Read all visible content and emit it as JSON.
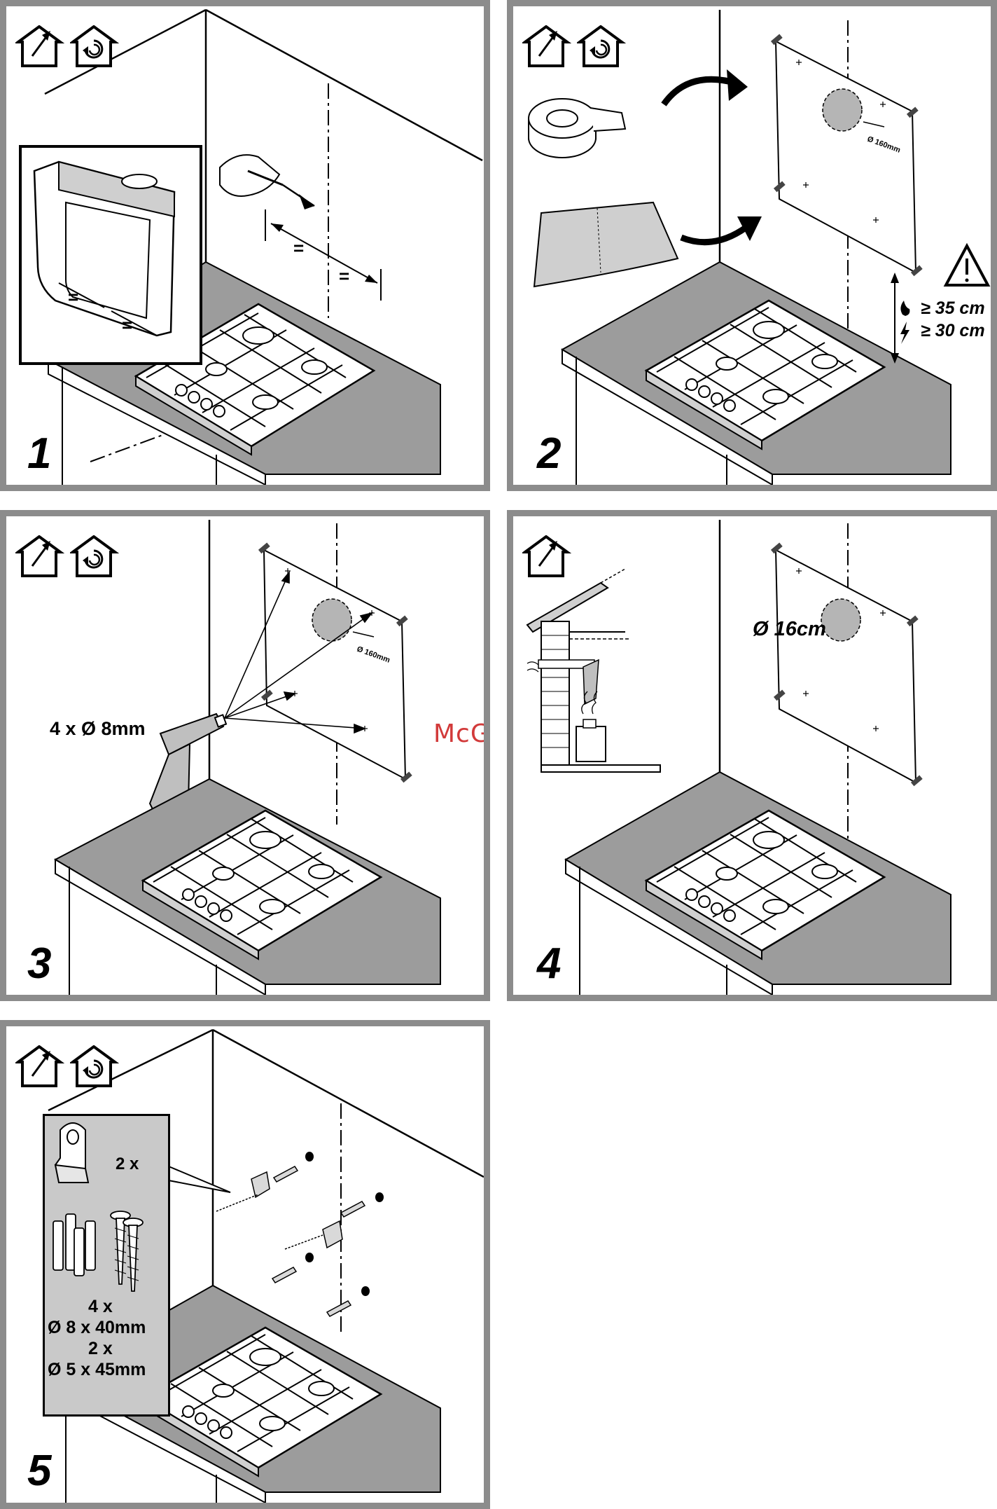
{
  "panels": [
    {
      "step": "1",
      "icons": [
        "ducted-exhaust-icon",
        "recirculation-icon"
      ],
      "labels": {
        "eq1": "=",
        "eq2": "=",
        "eq3": "=",
        "eq4": "="
      }
    },
    {
      "step": "2",
      "icons": [
        "ducted-exhaust-icon",
        "recirculation-icon"
      ],
      "labels": {
        "diameter": "Ø 160mm",
        "gas_clearance": "≥ 35 cm",
        "electric_clearance": "≥ 30 cm"
      }
    },
    {
      "step": "3",
      "icons": [
        "ducted-exhaust-icon",
        "recirculation-icon"
      ],
      "labels": {
        "drill": "4 x Ø 8mm",
        "diameter": "Ø 160mm"
      }
    },
    {
      "step": "4",
      "icons": [
        "ducted-exhaust-icon"
      ],
      "labels": {
        "hole": "Ø 16cm"
      }
    },
    {
      "step": "5",
      "icons": [
        "ducted-exhaust-icon",
        "recirculation-icon"
      ],
      "labels": {
        "brackets": "2 x",
        "plugs_qty": "4 x",
        "plugs_size": "Ø 8 x 40mm",
        "screws_qty": "2 x",
        "screws_size": "Ø 5 x 45mm"
      }
    }
  ],
  "watermark": "McGrp.Ru"
}
